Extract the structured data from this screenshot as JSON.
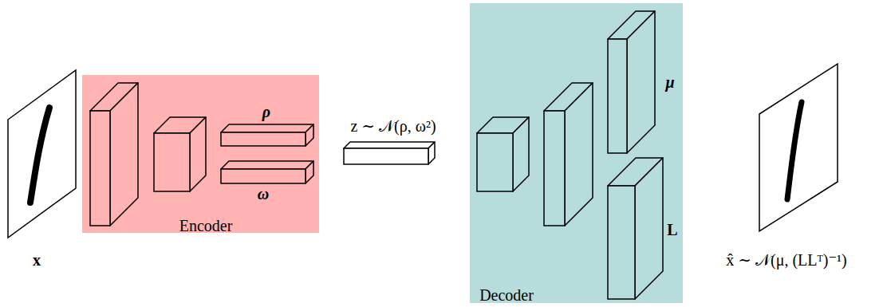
{
  "diagram": {
    "nodes": [
      {
        "text": [
          "Encoder"
        ]
      },
      {
        "text": [
          "ρ"
        ],
        "in": 0
      },
      {
        "text": [
          "ω"
        ],
        "in": 0
      },
      {
        "text": [
          "z ∼ 𝒩(ρ, ω²)"
        ]
      },
      {
        "text": [
          "Decoder"
        ]
      },
      {
        "text": [
          "μ"
        ],
        "in": 4
      },
      {
        "text": [
          "L"
        ],
        "in": 4
      }
    ],
    "labels": [
      "x",
      "x̂ ∼ 𝒩(μ, (LLᵀ)⁻¹)"
    ]
  }
}
